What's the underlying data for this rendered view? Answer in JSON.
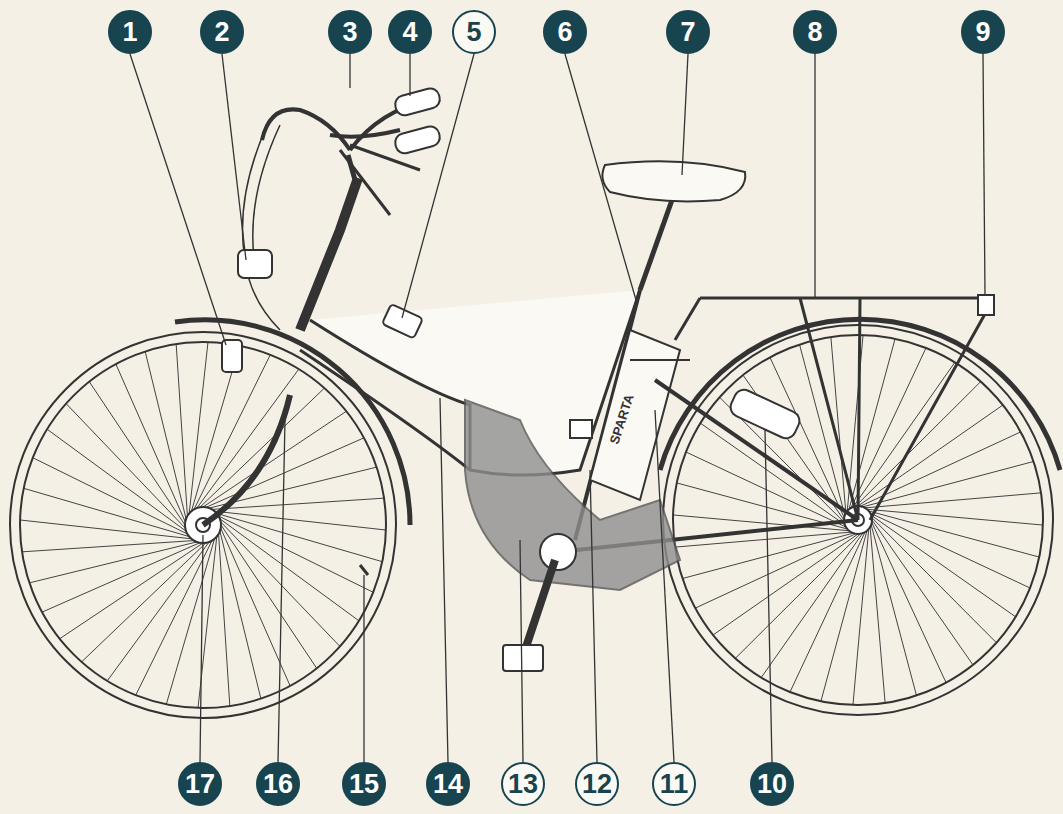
{
  "diagram": {
    "nodes": [
      {
        "text": [
          "1"
        ]
      },
      {
        "text": [
          "2"
        ]
      },
      {
        "text": [
          "3"
        ]
      },
      {
        "text": [
          "4"
        ]
      },
      {
        "text": [
          "5"
        ]
      },
      {
        "text": [
          "6"
        ]
      },
      {
        "text": [
          "7"
        ]
      },
      {
        "text": [
          "8"
        ]
      },
      {
        "text": [
          "9"
        ]
      },
      {
        "text": [
          "17"
        ]
      },
      {
        "text": [
          "16"
        ]
      },
      {
        "text": [
          "15"
        ]
      },
      {
        "text": [
          "14"
        ]
      },
      {
        "text": [
          "13"
        ]
      },
      {
        "text": [
          "12"
        ]
      },
      {
        "text": [
          "11"
        ]
      },
      {
        "text": [
          "10"
        ]
      }
    ],
    "labels": [
      "SPARTA"
    ]
  }
}
